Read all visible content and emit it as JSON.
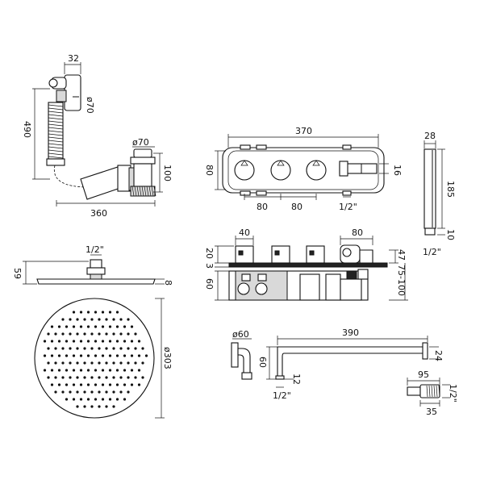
{
  "bath_waste": {
    "overflow_width": "32",
    "overflow_diameter": "ø70",
    "height": "490",
    "plug_diameter": "ø70",
    "waste_depth": "100",
    "length": "360"
  },
  "shower_head": {
    "arm_thread": "1/2\"",
    "height": "59",
    "head_thickness": "8",
    "diameter": "ø303"
  },
  "valve": {
    "width": "370",
    "height": "80",
    "handle_spacing_1": "80",
    "handle_spacing_2": "80",
    "outlet_thread": "1/2\"",
    "outlet_projection": "16",
    "side_40": "40",
    "side_80": "80",
    "side_20": "20",
    "side_3": "3",
    "side_60": "60",
    "side_47": "47",
    "side_75_100": "75-100"
  },
  "handset": {
    "width": "28",
    "length": "185",
    "hose_end": "10",
    "thread": "1/2\""
  },
  "arm": {
    "flange": "ø60",
    "length": "390",
    "drop": "60",
    "offset": "12",
    "thread": "1/2\"",
    "tube": "24"
  },
  "elbow": {
    "length": "95",
    "thread": "1/2\"",
    "depth": "35"
  }
}
